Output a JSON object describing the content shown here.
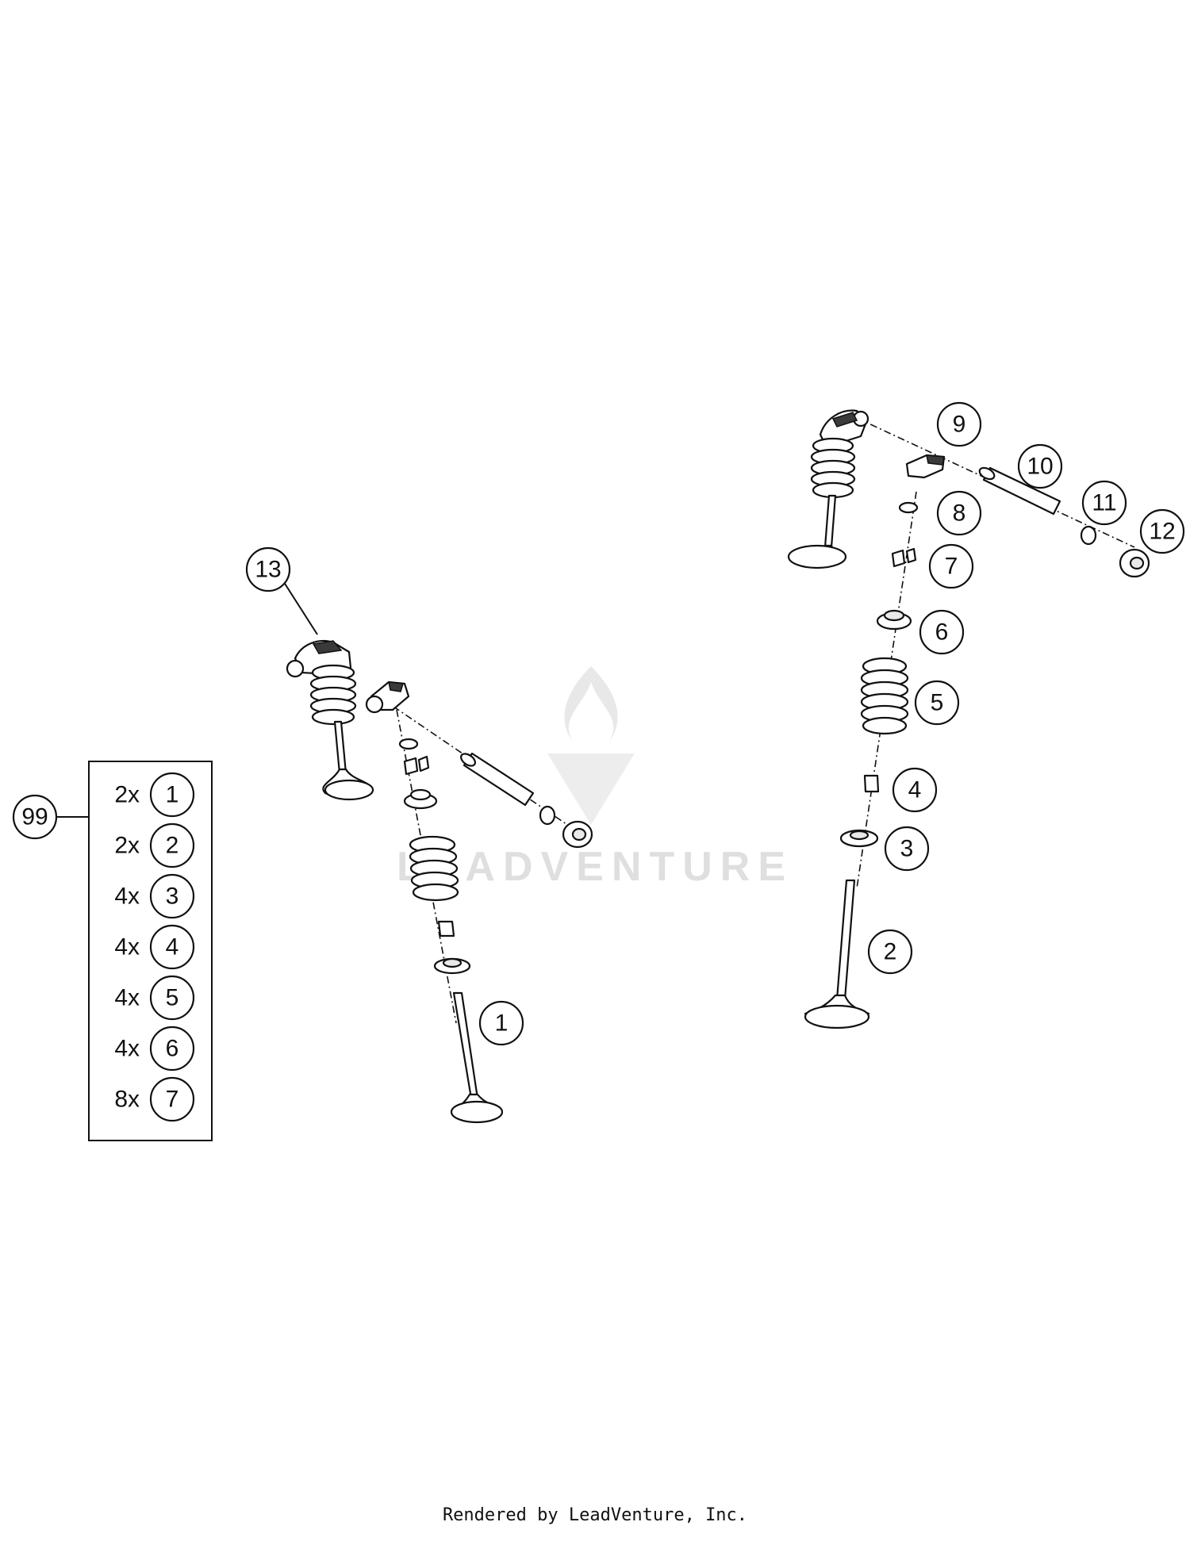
{
  "watermark": "LEADVENTURE",
  "credit": "Rendered by LeadVenture, Inc.",
  "callouts": {
    "c1": "1",
    "c2": "2",
    "c3": "3",
    "c4": "4",
    "c5": "5",
    "c6": "6",
    "c7": "7",
    "c8": "8",
    "c9": "9",
    "c10": "10",
    "c11": "11",
    "c12": "12",
    "c13": "13",
    "c99": "99"
  },
  "kit": [
    {
      "qty": "2x",
      "part": "1"
    },
    {
      "qty": "2x",
      "part": "2"
    },
    {
      "qty": "4x",
      "part": "3"
    },
    {
      "qty": "4x",
      "part": "4"
    },
    {
      "qty": "4x",
      "part": "5"
    },
    {
      "qty": "4x",
      "part": "6"
    },
    {
      "qty": "8x",
      "part": "7"
    }
  ]
}
